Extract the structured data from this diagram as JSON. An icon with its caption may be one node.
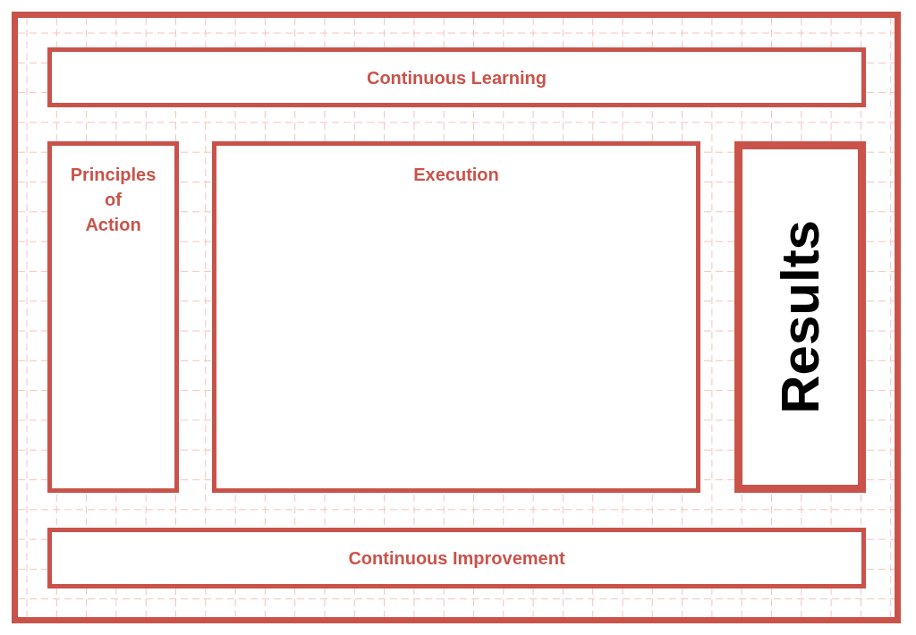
{
  "diagram": {
    "nodes": [
      {
        "text": [],
        "shape": "box"
      },
      {
        "text": [
          "Continuous Learning"
        ],
        "in": 0
      },
      {
        "text": [
          "Principles of Action"
        ],
        "in": 0
      },
      {
        "text": [
          "Execution"
        ],
        "in": 0
      },
      {
        "text": [
          "Results"
        ],
        "in": 0
      },
      {
        "text": [
          "Continuous Improvement"
        ],
        "in": 0
      }
    ]
  }
}
